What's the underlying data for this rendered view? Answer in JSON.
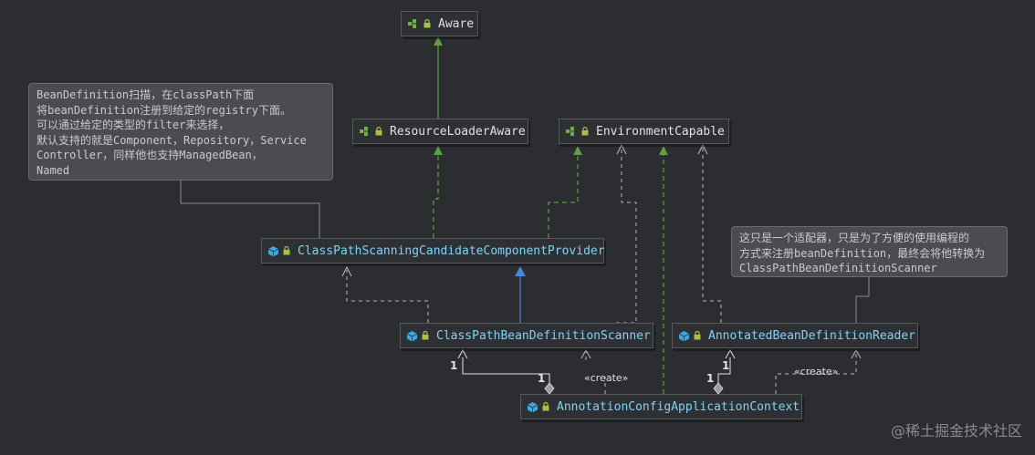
{
  "nodes": {
    "aware": {
      "label": "Aware",
      "kind": "interface"
    },
    "resource_loader_aware": {
      "label": "ResourceLoaderAware",
      "kind": "interface"
    },
    "environment_capable": {
      "label": "EnvironmentCapable",
      "kind": "interface"
    },
    "provider": {
      "label": "ClassPathScanningCandidateComponentProvider",
      "kind": "class"
    },
    "scanner": {
      "label": "ClassPathBeanDefinitionScanner",
      "kind": "class"
    },
    "reader": {
      "label": "AnnotatedBeanDefinitionReader",
      "kind": "class"
    },
    "context": {
      "label": "AnnotationConfigApplicationContext",
      "kind": "class"
    }
  },
  "notes": {
    "scanner_note": "BeanDefinition扫描，在classPath下面\n将beanDefinition注册到给定的registry下面。\n可以通过给定的类型的filter来选择，\n默认支持的就是Component，Repository，Service\nController，同样他也支持ManagedBean，\nNamed",
    "reader_note": "这只是一个适配器，只是为了方便的使用编程的\n方式来注册beanDefinition，最终会将他转换为\nClassPathBeanDefinitionScanner"
  },
  "labels": {
    "scanner_mult_left": "1",
    "scanner_mult_right": "1",
    "reader_mult_top": "1",
    "reader_mult_bottom": "1",
    "create_scanner": "«create»",
    "create_reader": "«create»"
  },
  "colors": {
    "interface_icon": "#6fae4a",
    "class_icon": "#3ea6e0",
    "lock": "#a7c04a",
    "implements_arrow": "#5f9e44",
    "extends_arrow": "#4a84d6",
    "dependency": "#b9bbbf"
  },
  "watermark": "@稀土掘金技术社区"
}
